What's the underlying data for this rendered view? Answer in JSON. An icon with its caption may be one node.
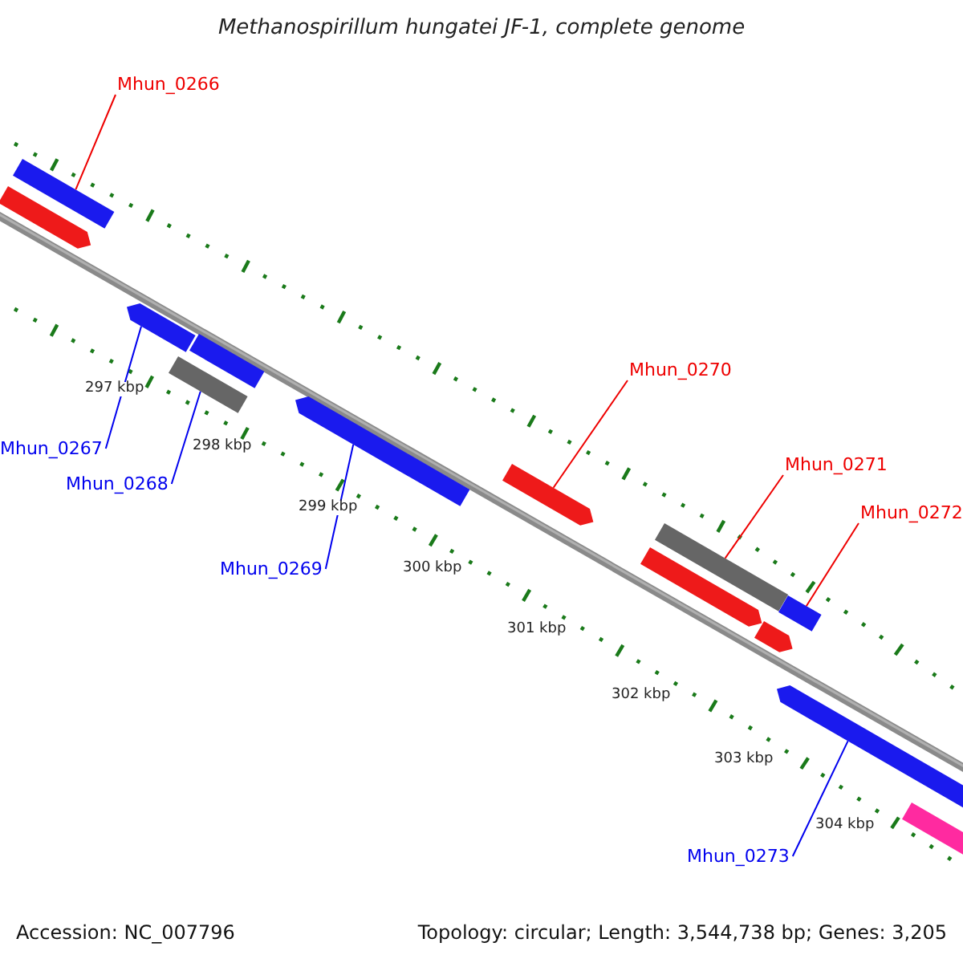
{
  "diagram": {
    "title": "Methanospirillum hungatei JF-1, complete genome",
    "nodes": [
      {
        "text": [
          "Mhun_0266"
        ]
      },
      {
        "text": [
          "Mhun_0267"
        ]
      },
      {
        "text": [
          "Mhun_0268"
        ]
      },
      {
        "text": [
          "Mhun_0269"
        ]
      },
      {
        "text": [
          "Mhun_0270"
        ]
      },
      {
        "text": [
          "Mhun_0271"
        ]
      },
      {
        "text": [
          "Mhun_0272"
        ]
      },
      {
        "text": [
          "Mhun_0273"
        ]
      },
      {
        "text": [],
        "shape": "bar"
      },
      {
        "text": [],
        "shape": "bar"
      },
      {
        "text": [],
        "shape": "bar"
      },
      {
        "text": [],
        "shape": "bar"
      },
      {
        "text": [],
        "shape": "bar"
      },
      {
        "text": [],
        "shape": "bar"
      },
      {
        "text": [],
        "shape": "bar"
      },
      {
        "text": [],
        "shape": "bar"
      },
      {
        "text": [],
        "shape": "bar"
      },
      {
        "text": [],
        "shape": "bar"
      },
      {
        "text": [],
        "shape": "bar"
      },
      {
        "text": [],
        "shape": "bar"
      },
      {
        "text": [],
        "shape": "bar"
      }
    ],
    "edges": [
      {
        "from": 0,
        "to": 9,
        "arrow": "none"
      },
      {
        "from": 1,
        "to": 10,
        "arrow": "none",
        "color": "#0000ee"
      },
      {
        "from": 2,
        "to": 11,
        "arrow": "none",
        "color": "#0000ee"
      },
      {
        "from": 3,
        "to": 13,
        "arrow": "none",
        "color": "#0000ee"
      },
      {
        "from": 4,
        "to": 14,
        "arrow": "none"
      },
      {
        "from": 5,
        "to": 16,
        "arrow": "none"
      },
      {
        "from": 6,
        "to": 19,
        "arrow": "none"
      },
      {
        "from": 7,
        "to": 18,
        "arrow": "none",
        "color": "#0000ee"
      }
    ],
    "labels": [
      "297 kbp",
      "298 kbp",
      "299 kbp",
      "300 kbp",
      "301 kbp",
      "302 kbp",
      "303 kbp",
      "304 kbp",
      "Accession: NC_007796",
      "Topology: circular; Length: 3,544,738 bp; Genes: 3,205"
    ]
  }
}
